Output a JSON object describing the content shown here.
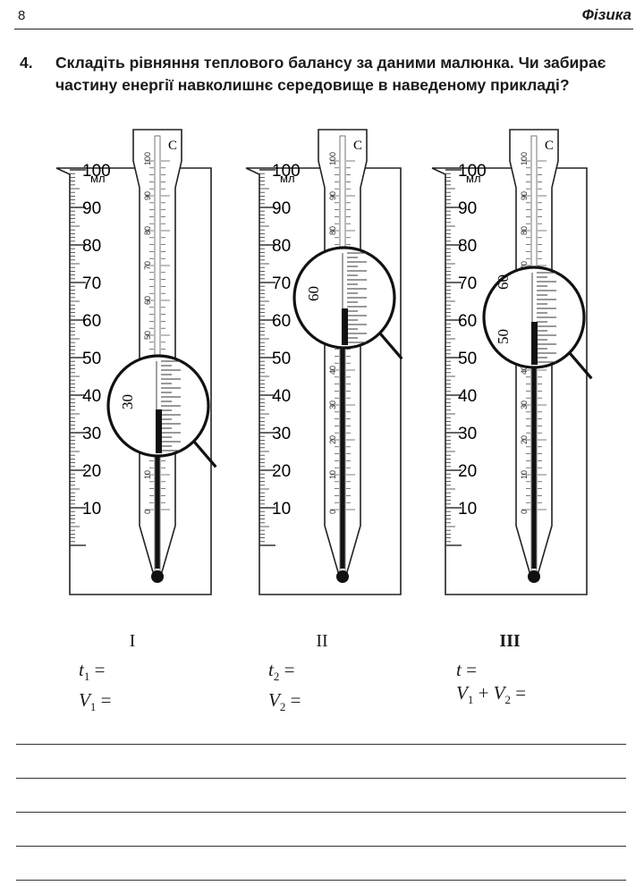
{
  "header": {
    "page_number": "8",
    "subject": "Фізика"
  },
  "task": {
    "number": "4.",
    "text": "Складіть рівняння теплового балансу за даними малюнка. Чи забирає частину енергії навколишнє середовище в наведеному прикладі?"
  },
  "beaker": {
    "unit": "мл",
    "scale_labels": [
      "100",
      "90",
      "80",
      "70",
      "60",
      "50",
      "40",
      "30",
      "20",
      "10"
    ]
  },
  "thermometer": {
    "unit": "C",
    "scale_labels": [
      "100",
      "90",
      "80",
      "70",
      "60",
      "50",
      "40",
      "30",
      "20",
      "10",
      "0"
    ]
  },
  "figures": [
    {
      "label": "I",
      "zoom_labels": [
        "30"
      ]
    },
    {
      "label": "II",
      "zoom_labels": [
        "60"
      ]
    },
    {
      "label": "III",
      "zoom_labels": [
        "60",
        "50"
      ]
    }
  ],
  "formulas": {
    "f1_t": "t",
    "f1_t_sub": "1",
    "f1_v": "V",
    "f1_v_sub": "1",
    "f2_t": "t",
    "f2_t_sub": "2",
    "f2_v": "V",
    "f2_v_sub": "2",
    "f3_t": "t",
    "f3_v1": "V",
    "f3_v1_sub": "1",
    "f3_v2": "V",
    "f3_v2_sub": "2",
    "eq": "=",
    "plus": "+"
  }
}
